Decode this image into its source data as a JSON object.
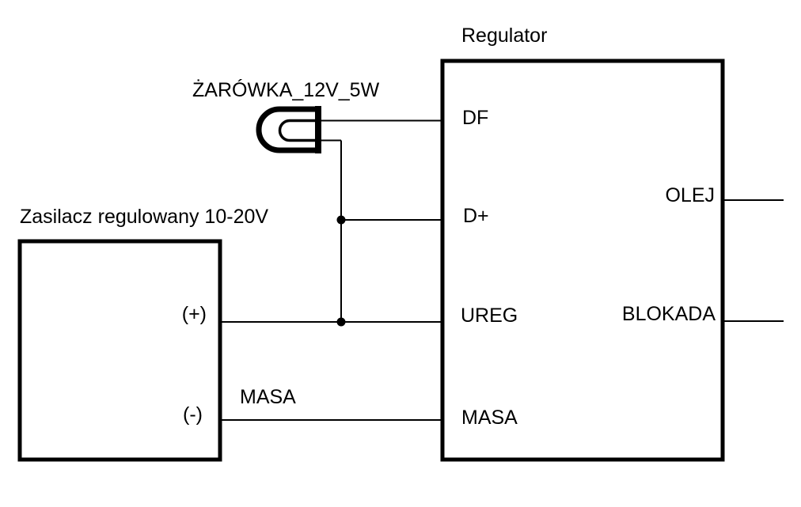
{
  "diagram": {
    "bg_color": "#ffffff",
    "line_color": "#000000",
    "regulator": {
      "title": "Regulator",
      "pin_df": "DF",
      "pin_dplus": "D+",
      "pin_ureg": "UREG",
      "pin_masa": "MASA",
      "pin_olej": "OLEJ",
      "pin_blokada": "BLOKADA"
    },
    "power_supply": {
      "title": "Zasilacz regulowany 10-20V",
      "terminal_plus": "(+)",
      "terminal_minus": "(-)"
    },
    "bulb": {
      "label": "ŻARÓWKA_12V_5W"
    },
    "wire_labels": {
      "masa": "MASA"
    }
  }
}
